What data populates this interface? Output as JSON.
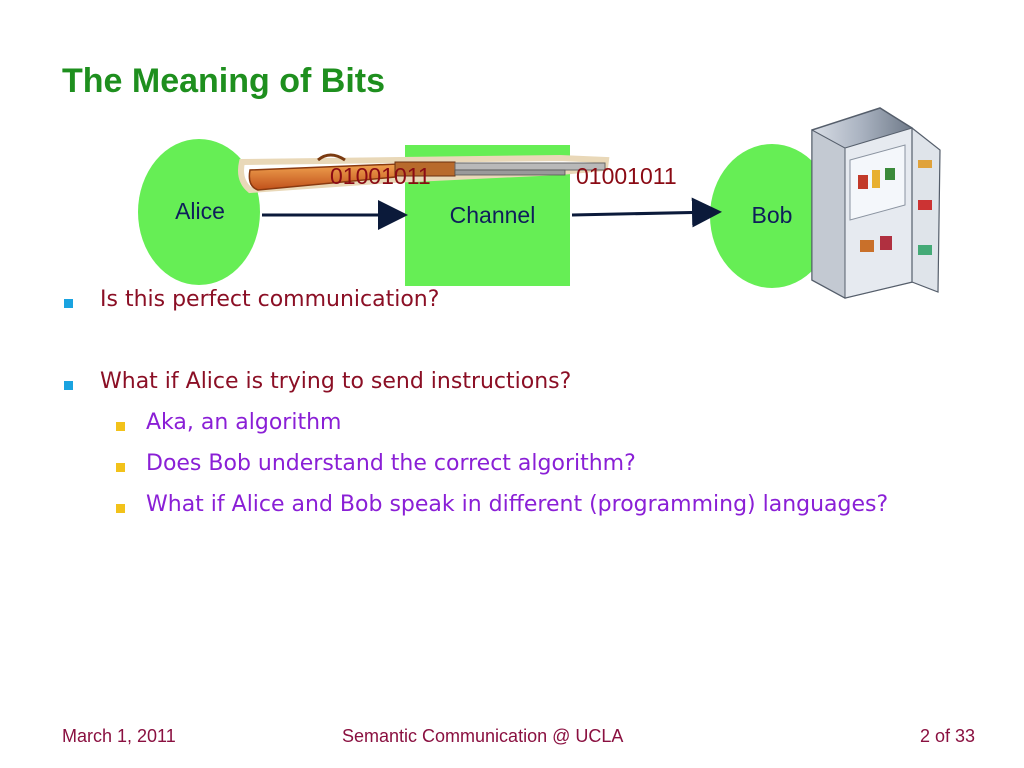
{
  "slide": {
    "title": "The Meaning of Bits"
  },
  "diagram": {
    "alice_label": "Alice",
    "channel_label": "Channel",
    "bob_label": "Bob",
    "bits_left": "01001011",
    "bits_right": "01001011",
    "colors": {
      "node_fill": "#66ee55",
      "arrow": "#0b1a3a",
      "bits": "#8a0a14"
    }
  },
  "bullets": [
    {
      "text": "Is this perfect communication?"
    },
    {
      "text": "What if Alice is trying to send instructions?",
      "sub": [
        "Aka, an algorithm",
        "Does Bob understand the correct algorithm?",
        "What if Alice and Bob speak in different (programming) languages?"
      ]
    }
  ],
  "footer": {
    "date": "March 1, 2011",
    "center": "Semantic Communication @ UCLA",
    "page": "2 of 33"
  }
}
